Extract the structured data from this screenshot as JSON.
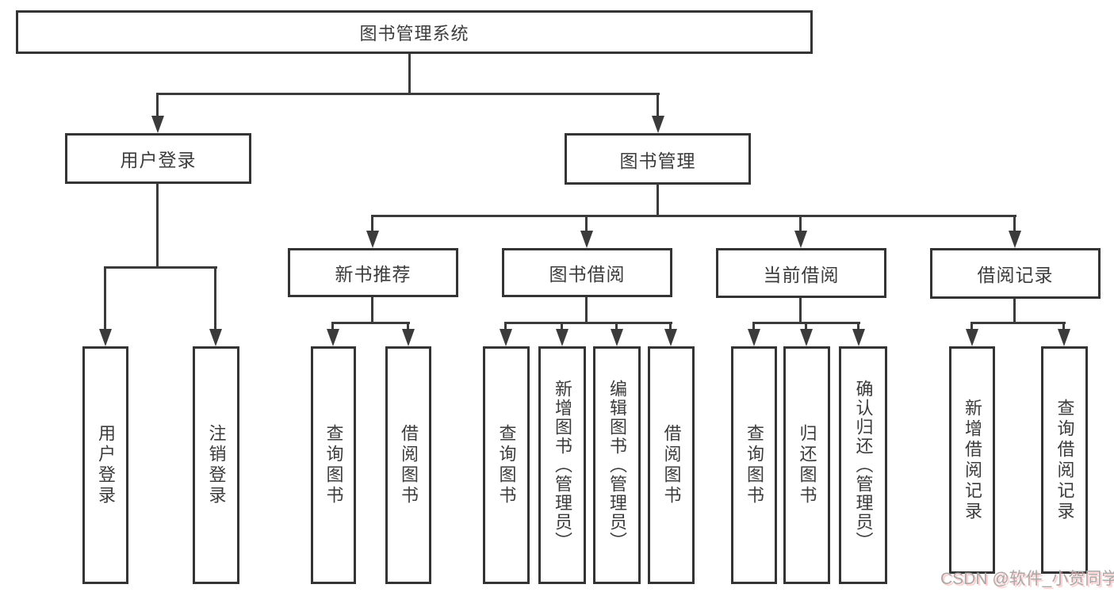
{
  "tree": {
    "label": "图书管理系统",
    "children": [
      {
        "label": "用户登录",
        "children": [
          {
            "label": "用户登录"
          },
          {
            "label": "注销登录"
          }
        ]
      },
      {
        "label": "图书管理",
        "children": [
          {
            "label": "新书推荐",
            "children": [
              {
                "label": "查询图书"
              },
              {
                "label": "借阅图书"
              }
            ]
          },
          {
            "label": "图书借阅",
            "children": [
              {
                "label": "查询图书"
              },
              {
                "label": "新增图书（管理员）"
              },
              {
                "label": "编辑图书（管理员）"
              },
              {
                "label": "借阅图书"
              }
            ]
          },
          {
            "label": "当前借阅",
            "children": [
              {
                "label": "查询图书"
              },
              {
                "label": "归还图书"
              },
              {
                "label": "确认归还（管理员）"
              }
            ]
          },
          {
            "label": "借阅记录",
            "children": [
              {
                "label": "新增借阅记录"
              },
              {
                "label": "查询借阅记录"
              }
            ]
          }
        ]
      }
    ]
  },
  "watermark": "CSDN @软件_小贺同学",
  "colors": {
    "line": "#3b3b3b",
    "border": "#343434",
    "text": "#3c3c3c",
    "watermark": "#a8a8a8",
    "background": "#ffffff"
  }
}
